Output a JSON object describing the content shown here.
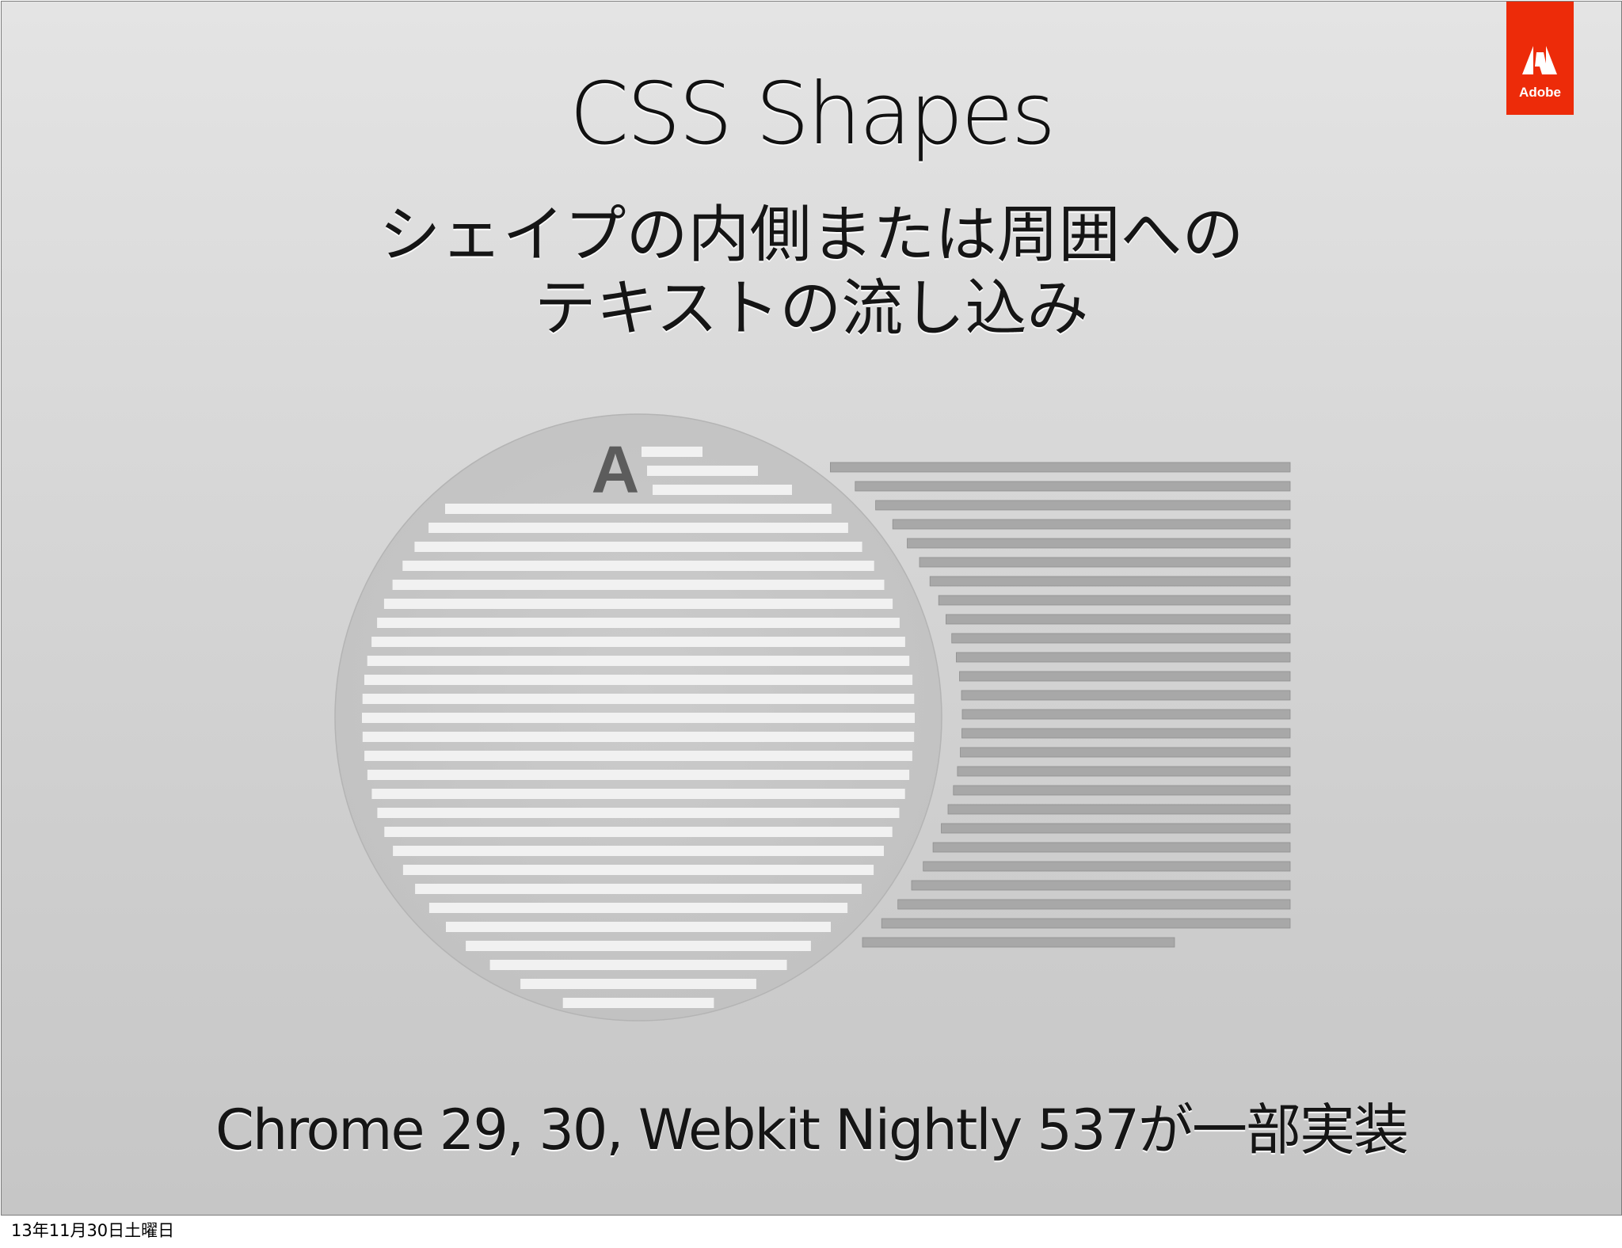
{
  "slide": {
    "title": "CSS Shapes",
    "subtitle_line1": "シェイプの内側または周囲への",
    "subtitle_line2": "テキストの流し込み",
    "footer": "Chrome 29, 30, Webkit Nightly 537が一部実装",
    "logo_text": "Adobe",
    "diagram_letter": "A"
  },
  "timestamp": "13年11月30日土曜日",
  "colors": {
    "brand": "#ed2b09",
    "circle_fill": "#c7c7c7",
    "inner_line": "#f1f1f1",
    "outer_line": "#a8a8a8"
  }
}
